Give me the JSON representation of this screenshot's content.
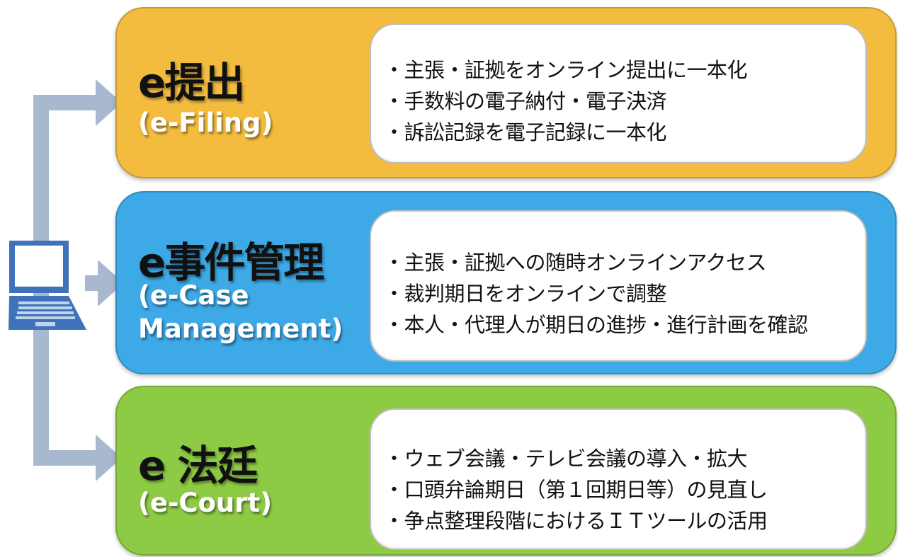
{
  "colors": {
    "filing": "#F3BC3E",
    "case_management": "#3DA9E6",
    "court": "#8ECB45",
    "arrow": "#A8B9CF",
    "laptop_frame": "#3F72BA",
    "laptop_screen": "#FFFFFF",
    "laptop_keys": "#BFD5EE"
  },
  "icons": {
    "laptop": "laptop-icon",
    "connector": "arrow-connector"
  },
  "sections": [
    {
      "title": "e提出",
      "subtitle": "(e-Filing)",
      "bullets": [
        "・主張・証拠をオンライン提出に一本化",
        "・手数料の電子納付・電子決済",
        "・訴訟記録を電子記録に一本化"
      ]
    },
    {
      "title": "e事件管理",
      "subtitle": "(e-Case\nManagement)",
      "bullets": [
        "・主張・証拠への随時オンラインアクセス",
        "・裁判期日をオンラインで調整",
        "・本人・代理人が期日の進捗・進行計画を確認"
      ]
    },
    {
      "title": "e 法廷",
      "subtitle": "(e-Court)",
      "bullets": [
        "・ウェブ会議・テレビ会議の導入・拡大",
        "・口頭弁論期日（第１回期日等）の見直し",
        "・争点整理段階におけるＩＴツールの活用"
      ]
    }
  ]
}
